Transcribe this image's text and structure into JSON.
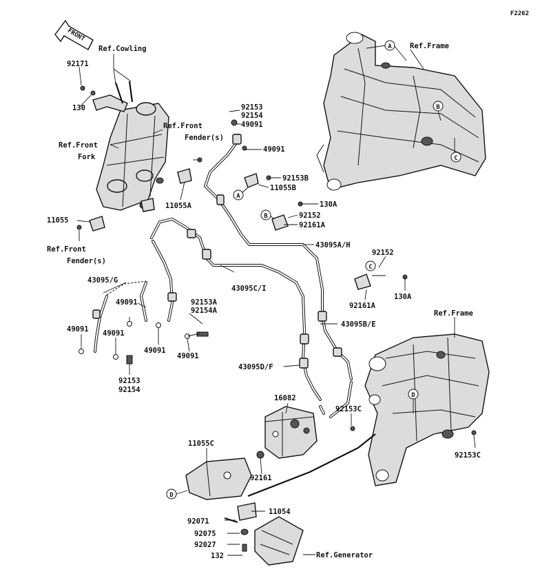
{
  "figure_code": "F2262",
  "front_arrow_label": "FRONT",
  "refs": {
    "cowling": "Ref.Cowling",
    "frame_top": "Ref.Frame",
    "front_fender_top_1": "Ref.Front",
    "front_fender_top_2": "Fender(s)",
    "front_fork_1": "Ref.Front",
    "front_fork_2": "Fork",
    "front_fender_bottom_1": "Ref.Front",
    "front_fender_bottom_2": "Fender(s)",
    "frame_bottom": "Ref.Frame",
    "generator": "Ref.Generator"
  },
  "callouts": {
    "A": "A",
    "B": "B",
    "C": "C",
    "D": "D"
  },
  "parts": {
    "p92171": "92171",
    "p130": "130",
    "p92153": "92153",
    "p92154": "92154",
    "p49091_a": "49091",
    "p49091_b": "49091",
    "p92153B": "92153B",
    "p11055B": "11055B",
    "p11055A": "11055A",
    "p130A_a": "130A",
    "p92152_a": "92152",
    "p92161A_a": "92161A",
    "p11055": "11055",
    "p43095AH": "43095A/H",
    "p92152_b": "92152",
    "p92161A_b": "92161A",
    "p130A_b": "130A",
    "p43095G": "43095/G",
    "p43095CI": "43095C/I",
    "p49091_c": "49091",
    "p92153A": "92153A",
    "p92154A": "92154A",
    "p49091_d": "49091",
    "p49091_e": "49091",
    "p49091_f": "49091",
    "p49091_g": "49091",
    "p92153_b": "92153",
    "p92154_b": "92154",
    "p43095BE": "43095B/E",
    "p43095DF": "43095D/F",
    "p16082": "16082",
    "p92153C_a": "92153C",
    "p92153C_b": "92153C",
    "p11055C": "11055C",
    "p92161": "92161",
    "p11054": "11054",
    "p92071": "92071",
    "p92075": "92075",
    "p92027": "92027",
    "p132": "132"
  }
}
